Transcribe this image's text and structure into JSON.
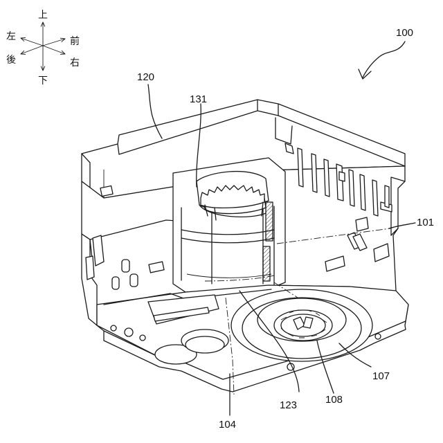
{
  "figure": {
    "directions": {
      "up": "上",
      "down": "下",
      "left": "左",
      "right": "右",
      "front": "前",
      "back": "後"
    },
    "labels": {
      "assembly": "100",
      "housing": "120",
      "gear": "131",
      "base": "101",
      "hole": "104",
      "disk": "107",
      "rotor": "108",
      "shaft": "123"
    }
  }
}
